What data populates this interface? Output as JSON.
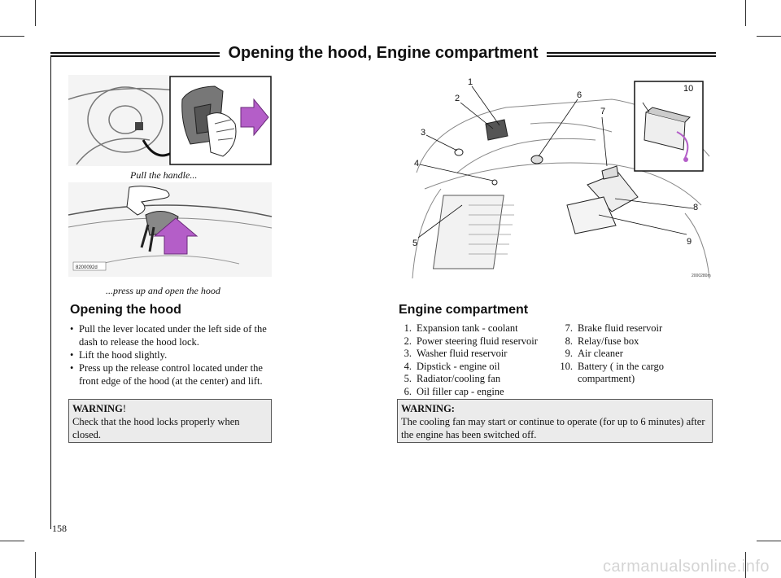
{
  "page": {
    "title": "Opening the hood, Engine compartment",
    "page_number": "158",
    "watermark": "carmanualsonline.info"
  },
  "left": {
    "caption1": "Pull the handle...",
    "caption2": "...press up and open the hood",
    "image_code": "8200092d",
    "heading": "Opening the hood",
    "bullets": [
      "Pull the lever located under the left side of the dash to release the hood lock.",
      "Lift the hood slightly.",
      "Press up the release control located under the front edge of the hood (at the center) and lift."
    ],
    "warning_title": "WARNING",
    "warning_punct": "!",
    "warning_text": "Check that the hood locks properly when closed."
  },
  "right": {
    "image_code": "2000280m",
    "callouts": [
      "1",
      "2",
      "3",
      "4",
      "5",
      "6",
      "7",
      "8",
      "9",
      "10"
    ],
    "heading": "Engine compartment",
    "parts_col1": [
      {
        "n": "1.",
        "label": "Expansion tank - coolant"
      },
      {
        "n": "2.",
        "label": "Power steering fluid reservoir"
      },
      {
        "n": "3.",
        "label": "Washer fluid reservoir"
      },
      {
        "n": "4.",
        "label": "Dipstick - engine oil"
      },
      {
        "n": "5.",
        "label": "Radiator/cooling fan"
      },
      {
        "n": "6.",
        "label": "Oil filler cap - engine"
      }
    ],
    "parts_col2": [
      {
        "n": "7.",
        "label": "Brake fluid reservoir"
      },
      {
        "n": "8.",
        "label": "Relay/fuse box"
      },
      {
        "n": "9.",
        "label": "Air cleaner"
      },
      {
        "n": "10.",
        "label": "Battery ( in the cargo"
      },
      {
        "n": "",
        "label": "compartment)"
      }
    ],
    "warning_title": "WARNING:",
    "warning_text": "The cooling fan may start or continue to operate (for up to 6 minutes) after the engine has been switched off."
  },
  "colors": {
    "accent": "#b45ec8",
    "text": "#111111",
    "warning_bg": "#ebebeb"
  },
  "icons": [
    "arrow-right-icon",
    "arrow-up-icon"
  ]
}
